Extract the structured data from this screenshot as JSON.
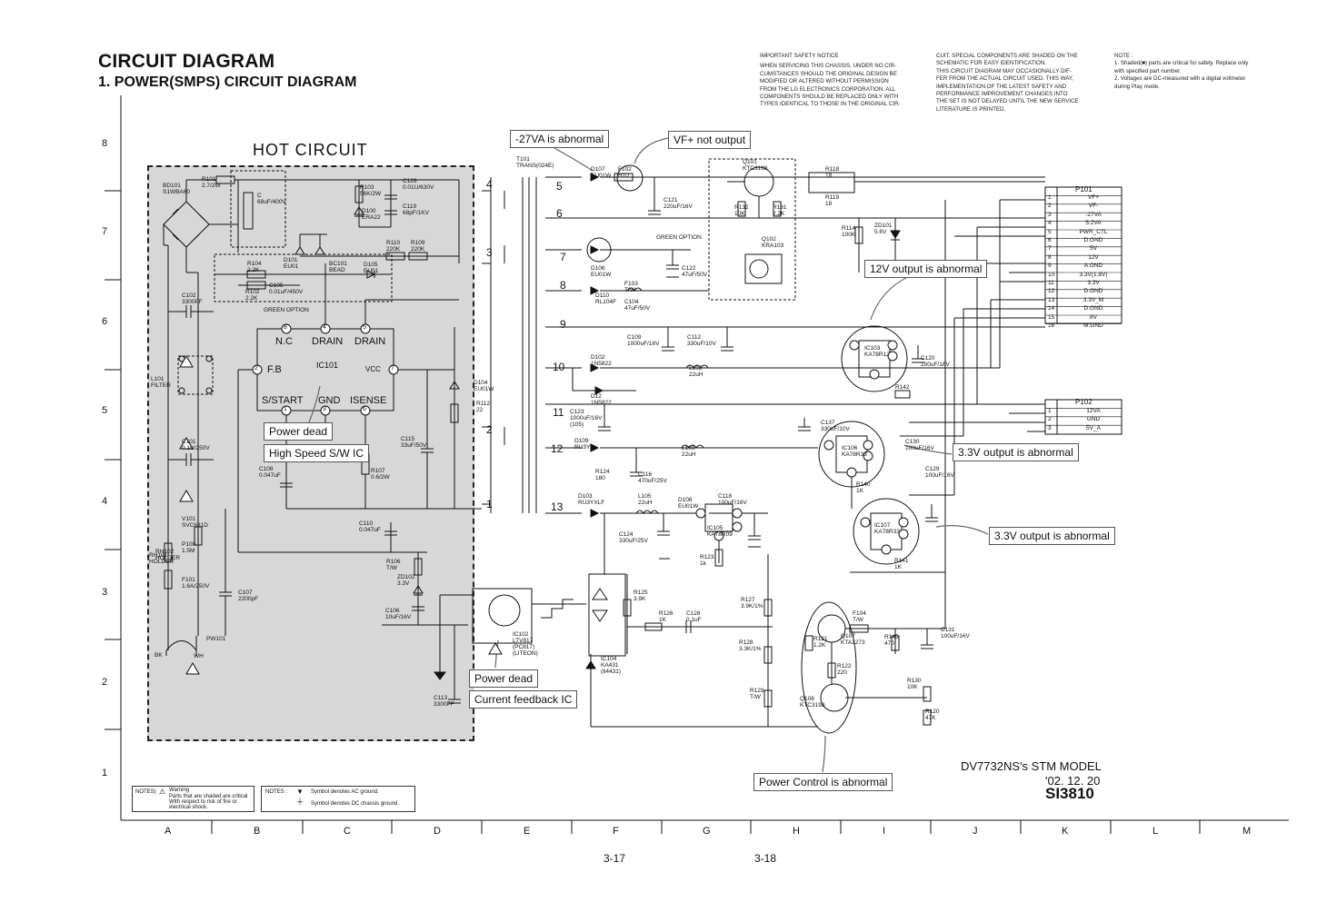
{
  "header": {
    "title": "CIRCUIT DIAGRAM",
    "subtitle": "1. POWER(SMPS) CIRCUIT DIAGRAM"
  },
  "safety_notice": {
    "heading": "IMPORTANT SAFETY NOTICE",
    "lines_a": [
      "WHEN SERVICING THIS CHASSIS, UNDER NO CIR-",
      "CUMSTANCES SHOULD THE ORIGINAL DESIGN BE",
      "MODIFIED OR ALTERED WITHOUT PERMISSION",
      "FROM THE LG ELECTRONICS CORPORATION. ALL",
      "COMPONENTS SHOULD BE REPLACED ONLY WITH",
      "TYPES IDENTICAL TO THOSE IN THE ORIGINAL CIR-"
    ],
    "lines_b": [
      "CUIT. SPECIAL COMPONENTS ARE SHADED ON THE",
      "SCHEMATIC FOR EASY IDENTIFICATION.",
      "THIS CIRCUIT DIAGRAM MAY OCCASIONALLY DIF-",
      "FER FROM THE ACTUAL CIRCUIT USED. THIS WAY,",
      "IMPLEMENTATION OF THE LATEST SAFETY AND",
      "PERFORMANCE IMPROVEMENT CHANGES INTO",
      "THE SET IS NOT DELAYED UNTIL THE NEW SERVICE",
      "LITERATURE IS PRINTED."
    ]
  },
  "notes": {
    "heading": "NOTE :",
    "lines": [
      "1. Shaded(■) parts are critical for safety. Replace only",
      "    with specified part number.",
      "2. Voltages are DC-measured with a digital voltmeter",
      "    during Play mode."
    ]
  },
  "hot_circuit_label": "HOT CIRCUIT",
  "callouts": {
    "va27": "-27VA is abnormal",
    "vf": "VF+ not output",
    "v12": "12V output is abnormal",
    "v33a": "3.3V output is abnormal",
    "v33b": "3.3V output is abnormal",
    "power_dead_1": "Power dead",
    "high_speed": "High Speed S/W IC",
    "power_dead_2": "Power dead",
    "current_fb": "Current feedback IC",
    "power_ctrl": "Power Control is abnormal"
  },
  "model": {
    "name": "DV7732NS's STM MODEL",
    "date": "'02. 12. 20",
    "code": "SI3810"
  },
  "legend": {
    "notes1_label": "NOTES)",
    "warning": "Warning",
    "warning_text": [
      "Parts that are shaded are critical",
      "With respect to risk of fire or",
      "electrical shock."
    ],
    "notes2_label": "NOTES :",
    "ac_ground": "Symbol denotes AC ground.",
    "dc_ground": "Symbol denotes DC chassis ground."
  },
  "grid": {
    "rows": [
      "8",
      "7",
      "6",
      "5",
      "4",
      "3",
      "2",
      "1"
    ],
    "cols": [
      "A",
      "B",
      "C",
      "D",
      "E",
      "F",
      "G",
      "H",
      "I",
      "J",
      "K",
      "L",
      "M"
    ]
  },
  "pages": {
    "left": "3-17",
    "right": "3-18"
  },
  "ic101": {
    "name": "IC101",
    "pins": {
      "nc": "N.C",
      "drain1": "DRAIN",
      "drain2": "DRAIN",
      "fb": "F.B",
      "vcc": "VCC",
      "sstart": "S/START",
      "gnd": "GND",
      "isense": "ISENSE"
    },
    "pin_nums": [
      "8",
      "4",
      "5",
      "2",
      "7",
      "1",
      "3",
      "6"
    ]
  },
  "components": {
    "t101": [
      "T101",
      "TRANS(024E)"
    ],
    "bd101": [
      "BD101",
      "S1WBA60"
    ],
    "r101": [
      "R101",
      "2.7/2W"
    ],
    "c126": [
      "C126",
      "0.01U/630V"
    ],
    "r103": [
      "R103",
      "56K/2W"
    ],
    "d100": [
      "D100",
      "ERA22"
    ],
    "c119": [
      "C119",
      "68pF/1KV"
    ],
    "c_main": [
      "C",
      "68uF/400V"
    ],
    "r110": [
      "R110",
      "220K"
    ],
    "r109": [
      "R109",
      "220K"
    ],
    "r104": [
      "R104",
      "2.2K"
    ],
    "d101": [
      "D101",
      "EU01"
    ],
    "bc101": [
      "BC101",
      "BEAD"
    ],
    "d105": [
      "D105",
      "EU01"
    ],
    "r102": [
      "R102",
      "2.2K"
    ],
    "c105": [
      "C105",
      "0.01uF/450V"
    ],
    "green1": "GREEN OPTION",
    "c102": [
      "C102",
      "3300PF"
    ],
    "l101": [
      "L101",
      "FILTER"
    ],
    "c101": [
      "C101",
      "0.1U/250V"
    ],
    "v101": [
      "V101",
      "SVC681D"
    ],
    "p100": [
      "P100",
      "1.5M"
    ],
    "f101": [
      "F101",
      "1.6A/250V"
    ],
    "rh101": [
      "RH101",
      "HOLDER"
    ],
    "rh102": [
      "RH102",
      "HOLDER"
    ],
    "pw101": [
      "PW101"
    ],
    "bk": "BK",
    "wh": "WH",
    "c107": [
      "C107",
      "2200pF"
    ],
    "c108": [
      "C108",
      "0.047uF"
    ],
    "r107": [
      "R107",
      "0.6/2W"
    ],
    "c115": [
      "C115",
      "33uF/50V"
    ],
    "d104": [
      "D104",
      "EU01W"
    ],
    "r112": [
      "R112",
      "22"
    ],
    "c110": [
      "C110",
      "0.047uF"
    ],
    "r106": [
      "R106",
      "T/W"
    ],
    "zd102": [
      "ZD102",
      "3.3V"
    ],
    "c106": [
      "C106",
      "10uF/16V"
    ],
    "c113": [
      "C113",
      "3300PF"
    ],
    "ic102": [
      "IC102",
      "LTV817",
      "(PC817)",
      "(LITEON)"
    ],
    "d107": [
      "D107",
      "EU01W"
    ],
    "f102": [
      "F102",
      "H10"
    ],
    "c121": [
      "C121",
      "220uF/16V"
    ],
    "d106": [
      "D106",
      "EU01W"
    ],
    "c122": [
      "C122",
      "47uF/50V"
    ],
    "green2": "GREEN OPTION",
    "f103": [
      "F103",
      "T/W"
    ],
    "d110": [
      "D110",
      "RL104F"
    ],
    "c104": [
      "C104",
      "47uF/50V"
    ],
    "c109": [
      "C109",
      "1000uF/16V"
    ],
    "c112": [
      "C112",
      "330uF/10V"
    ],
    "d102": [
      "D102",
      "1N5822"
    ],
    "l102": [
      "L102",
      "22uH"
    ],
    "d12": [
      "D12",
      "1N5822"
    ],
    "c123": [
      "C123",
      "1000uF/16V",
      "(105)"
    ],
    "d109": [
      "D109",
      "RU3YX"
    ],
    "l103": [
      "L103",
      "22uH"
    ],
    "r124": [
      "R124",
      "180"
    ],
    "c116": [
      "C116",
      "470uF/25V"
    ],
    "d103": [
      "D103",
      "RU3YXLF"
    ],
    "l105": [
      "L105",
      "22uH"
    ],
    "d108": [
      "D108",
      "EU01W"
    ],
    "c118": [
      "C118",
      "100uF/16V"
    ],
    "ic105": [
      "IC105",
      "KA78R09"
    ],
    "c124": [
      "C124",
      "330uF/25V"
    ],
    "r123": [
      "R123",
      "1k"
    ],
    "q101": [
      "Q101",
      "KTC3198"
    ],
    "r132": [
      "R132",
      "10K"
    ],
    "r131": [
      "R131",
      "2.2K"
    ],
    "q102": [
      "Q102",
      "KRA103"
    ],
    "r118": [
      "R118",
      "18"
    ],
    "r119": [
      "R119",
      "18"
    ],
    "r114": [
      "R114",
      "100K"
    ],
    "zd101": [
      "ZD101",
      "5.6V"
    ],
    "ic103": [
      "IC103",
      "KA78R12"
    ],
    "c120": [
      "C120",
      "100uF/16V"
    ],
    "r142": [
      "R142"
    ],
    "c137": [
      "C137",
      "330uF/10V"
    ],
    "ic106": [
      "IC106",
      "KA78R33"
    ],
    "c130": [
      "C130",
      "100uF/16V"
    ],
    "r140": [
      "R140",
      "1K"
    ],
    "c129": [
      "C129",
      "100uF/16V"
    ],
    "ic107": [
      "IC107",
      "KA78R33"
    ],
    "r141": [
      "R141",
      "1K"
    ],
    "r125": [
      "R125",
      "3.9K"
    ],
    "r126": [
      "R126",
      "1K"
    ],
    "c128": [
      "C128",
      "0.1uF"
    ],
    "ic104": [
      "IC104",
      "KA431",
      "(tl4431)"
    ],
    "r127": [
      "R127",
      "3.9K/1%"
    ],
    "r128": [
      "R128",
      "3.3K/1%"
    ],
    "r129": [
      "R129",
      "T/W"
    ],
    "q107": [
      "Q107",
      "KTA1273"
    ],
    "r121": [
      "R121",
      "1.2K"
    ],
    "r122": [
      "R122",
      "220"
    ],
    "q108": [
      "Q108",
      "KTC3198"
    ],
    "f104": [
      "F104",
      "T/W"
    ],
    "r145": [
      "R145",
      "470"
    ],
    "c131": [
      "C131",
      "100uF/16V"
    ],
    "r130": [
      "R130",
      "10K"
    ],
    "r120": [
      "R120",
      "47K"
    ]
  },
  "transformer_pins": [
    "5",
    "6",
    "7",
    "8",
    "9",
    "10",
    "11",
    "12",
    "13",
    "4",
    "3",
    "2",
    "1"
  ],
  "p101": {
    "name": "P101",
    "rows": [
      {
        "pin": "1",
        "label": "VF+"
      },
      {
        "pin": "2",
        "label": "VF-"
      },
      {
        "pin": "3",
        "label": "-27VA"
      },
      {
        "pin": "4",
        "label": "5.2VA"
      },
      {
        "pin": "5",
        "label": "PWR_CTL"
      },
      {
        "pin": "6",
        "label": "D.GND"
      },
      {
        "pin": "7",
        "label": "5V"
      },
      {
        "pin": "8",
        "label": "12V"
      },
      {
        "pin": "9",
        "label": "A.GND"
      },
      {
        "pin": "10",
        "label": "3.3V(1.8V)"
      },
      {
        "pin": "11",
        "label": "3.3V"
      },
      {
        "pin": "12",
        "label": "D.GND"
      },
      {
        "pin": "13",
        "label": "3.3V_M"
      },
      {
        "pin": "14",
        "label": "D.GND"
      },
      {
        "pin": "15",
        "label": "8V"
      },
      {
        "pin": "16",
        "label": "M.GND"
      }
    ]
  },
  "p102": {
    "name": "P102",
    "rows": [
      {
        "pin": "1",
        "label": "12VA"
      },
      {
        "pin": "2",
        "label": "GND"
      },
      {
        "pin": "3",
        "label": "5V_A"
      }
    ]
  }
}
